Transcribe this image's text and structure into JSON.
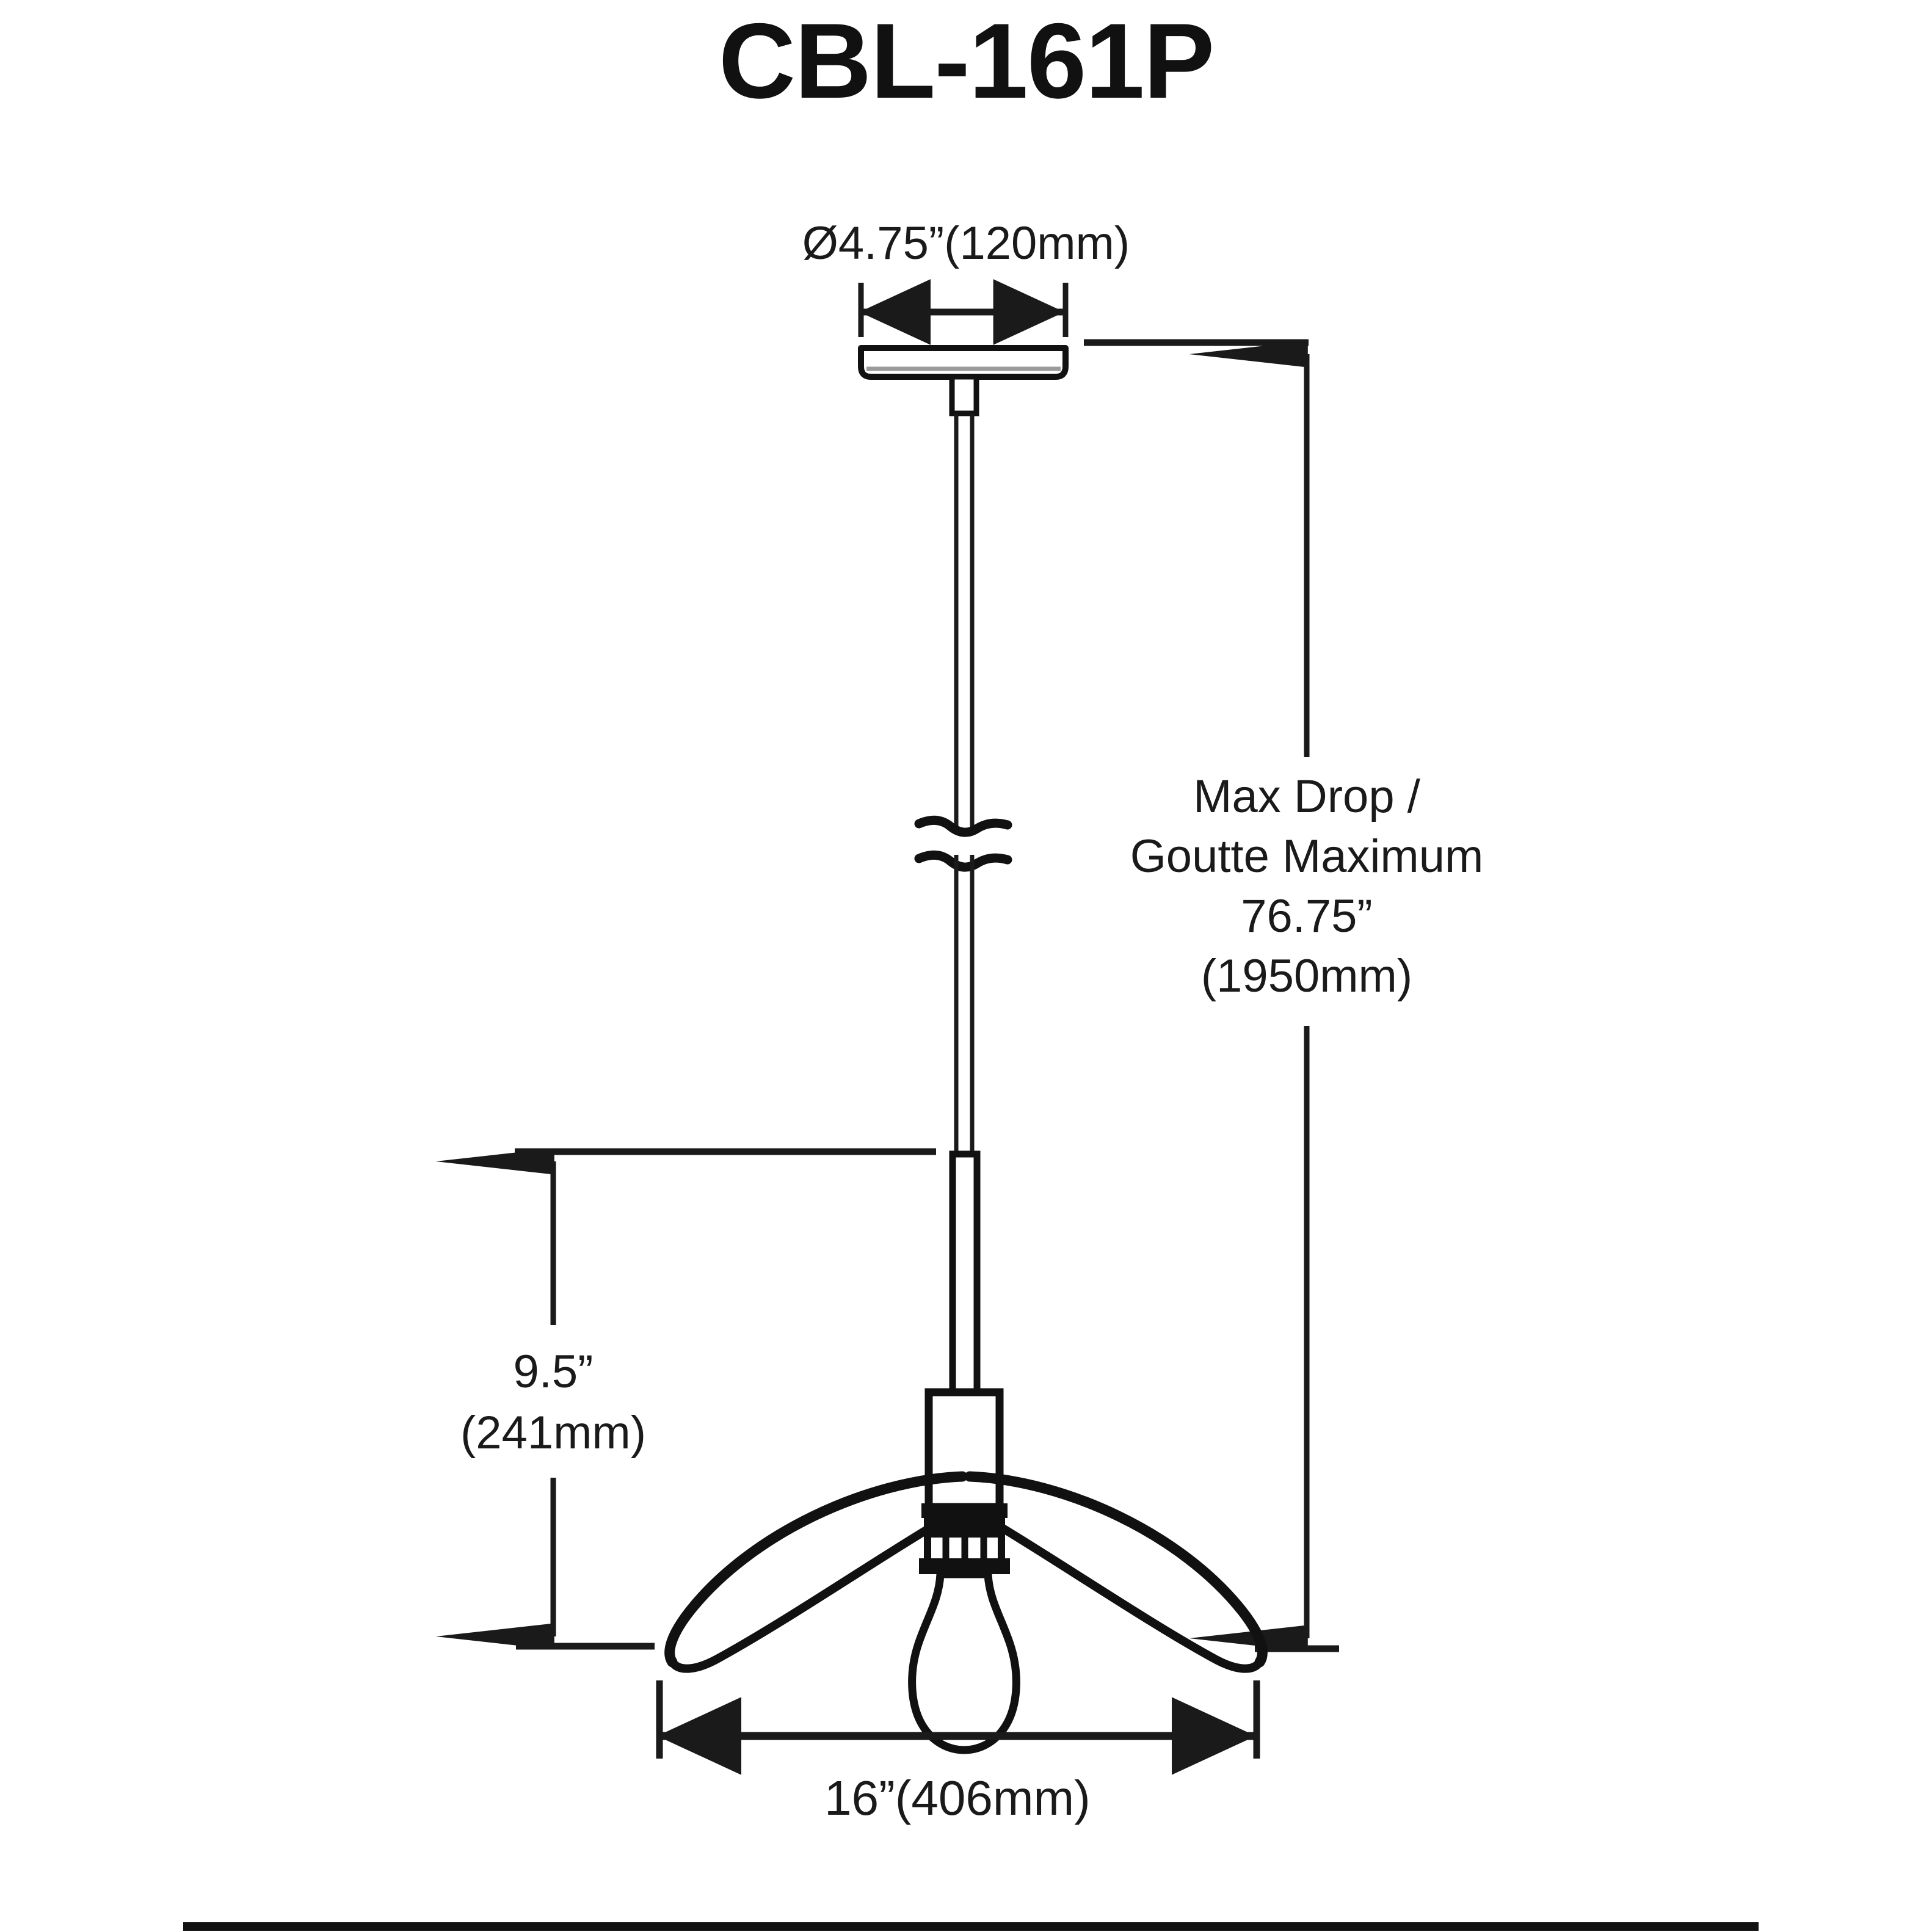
{
  "sheet": {
    "title": "CBL-161P",
    "background_color": "#ffffff",
    "line_color": "#1a1a1a",
    "product_type": "pendant-luminaire-technical-drawing"
  },
  "dimensions": {
    "canopy_diameter": {
      "label": "Ø4.75”(120mm)",
      "symbol": "Ø",
      "imperial": "4.75”",
      "metric": "120mm",
      "orientation": "horizontal",
      "position": "top"
    },
    "max_drop": {
      "line1": "Max Drop /",
      "line2": "Goutte Maximum",
      "line3": "76.75”",
      "line4": "(1950mm)",
      "imperial": "76.75”",
      "metric": "1950mm",
      "orientation": "vertical",
      "position": "right"
    },
    "shade_height": {
      "line1": "9.5”",
      "line2": "(241mm)",
      "imperial": "9.5”",
      "metric": "241mm",
      "orientation": "vertical",
      "position": "left"
    },
    "shade_width": {
      "label": "16”(406mm)",
      "imperial": "16”",
      "metric": "406mm",
      "orientation": "horizontal",
      "position": "bottom"
    }
  },
  "parts": [
    {
      "name": "ceiling-canopy",
      "shape": "flat-disc"
    },
    {
      "name": "stem-connector",
      "shape": "rectangular-block"
    },
    {
      "name": "suspension-rod",
      "shape": "thin-tube"
    },
    {
      "name": "break-symbol",
      "shape": "double-squiggle"
    },
    {
      "name": "socket-housing",
      "shape": "rectangle"
    },
    {
      "name": "socket-collar",
      "shape": "ribbed-band"
    },
    {
      "name": "shade",
      "shape": "curved-wing-dome"
    },
    {
      "name": "bulb",
      "shape": "teardrop"
    }
  ]
}
